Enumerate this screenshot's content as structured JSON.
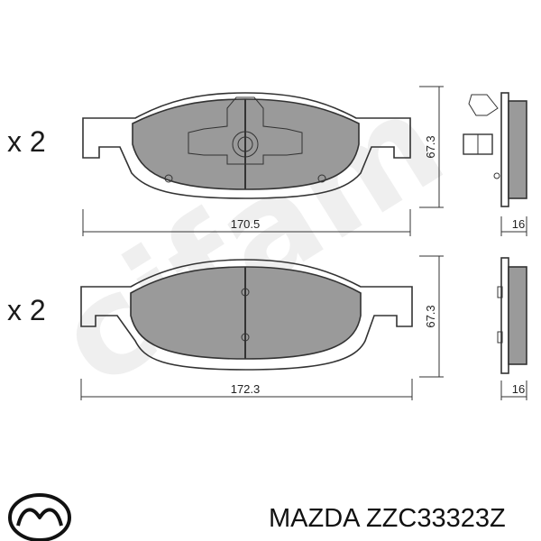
{
  "watermark": "cifam",
  "pads": [
    {
      "quantity": "x 2",
      "width": "170.5",
      "height": "67.3",
      "thickness": "16"
    },
    {
      "quantity": "x 2",
      "width": "172.3",
      "height": "67.3",
      "thickness": "16"
    }
  ],
  "brand_text": "MAZDA ZZC33323Z",
  "colors": {
    "pad_fill": "#9a9a9a",
    "outline": "#333333",
    "watermark": "#e6e6e6"
  },
  "icons": [
    "mazda-logo-icon"
  ]
}
